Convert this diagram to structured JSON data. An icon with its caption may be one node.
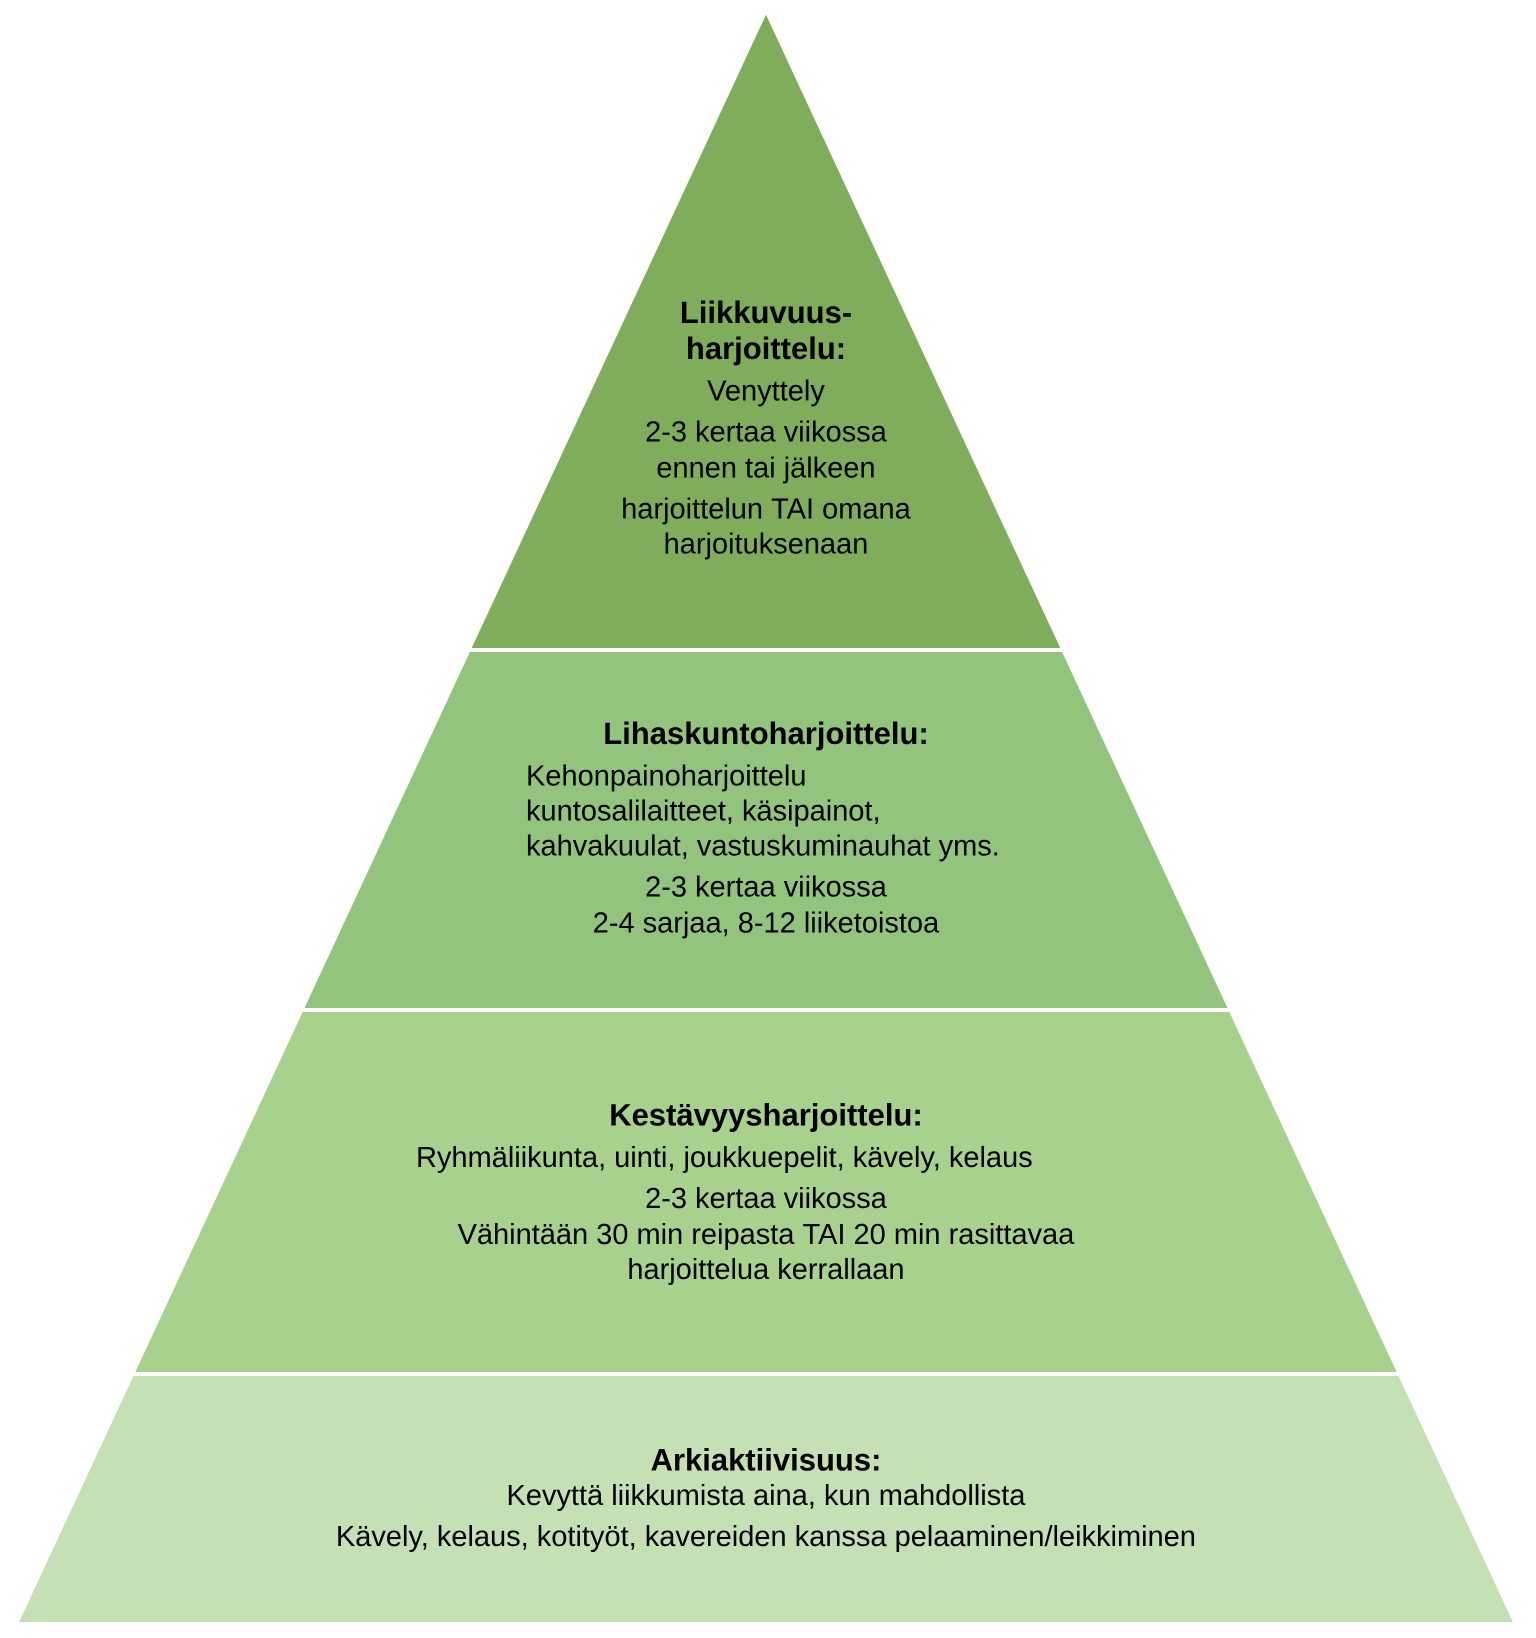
{
  "diagram": {
    "nodes": [
      {
        "text": [
          "Liikkuvuus-harjoittelu:",
          "Venyttely",
          "2-3 kertaa viikossa",
          "ennen tai jälkeen",
          "harjoittelun TAI omana harjoituksenaan"
        ]
      },
      {
        "text": [
          "Lihaskuntoharjoittelu:",
          "Kehonpainoharjoittelu kuntosalilaitteet, käsipainot, kahvakuulat, vastuskuminauhat yms.",
          "2-3 kertaa viikossa",
          "2-4 sarjaa, 8-12 liiketoistoa"
        ]
      },
      {
        "text": [
          "Kestävyysharjoittelu:",
          "Ryhmäliikunta, uinti, joukkuepelit, kävely, kelaus",
          "2-3 kertaa viikossa",
          "Vähintään 30 min reipasta TAI 20 min rasittavaa harjoittelua kerrallaan"
        ]
      },
      {
        "text": [
          "Arkiaktiivisuus:",
          "Kevyttä liikkumista aina, kun mahdollista",
          "Kävely, kelaus, kotityöt, kavereiden kanssa pelaaminen/leikkiminen"
        ]
      }
    ],
    "edges": []
  }
}
